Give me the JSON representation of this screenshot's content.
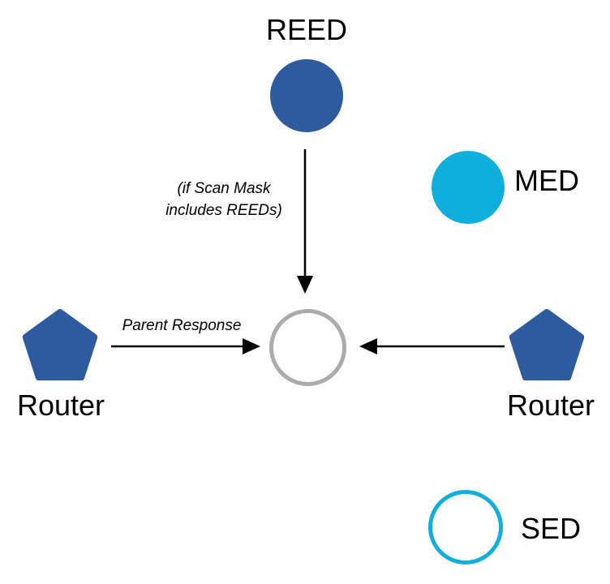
{
  "colors": {
    "node_blue": "#2E5B9E",
    "accent_cyan": "#10AEDB",
    "muted_gray": "#ABABAB",
    "arrow_black": "#000000"
  },
  "nodes": {
    "reed": {
      "label": "REED"
    },
    "med": {
      "label": "MED"
    },
    "sed": {
      "label": "SED"
    },
    "router_left": {
      "label": "Router"
    },
    "router_right": {
      "label": "Router"
    }
  },
  "annotations": {
    "scan_mask_note_line1": "(if Scan Mask",
    "scan_mask_note_line2": "includes REEDs)",
    "parent_response": "Parent Response"
  }
}
